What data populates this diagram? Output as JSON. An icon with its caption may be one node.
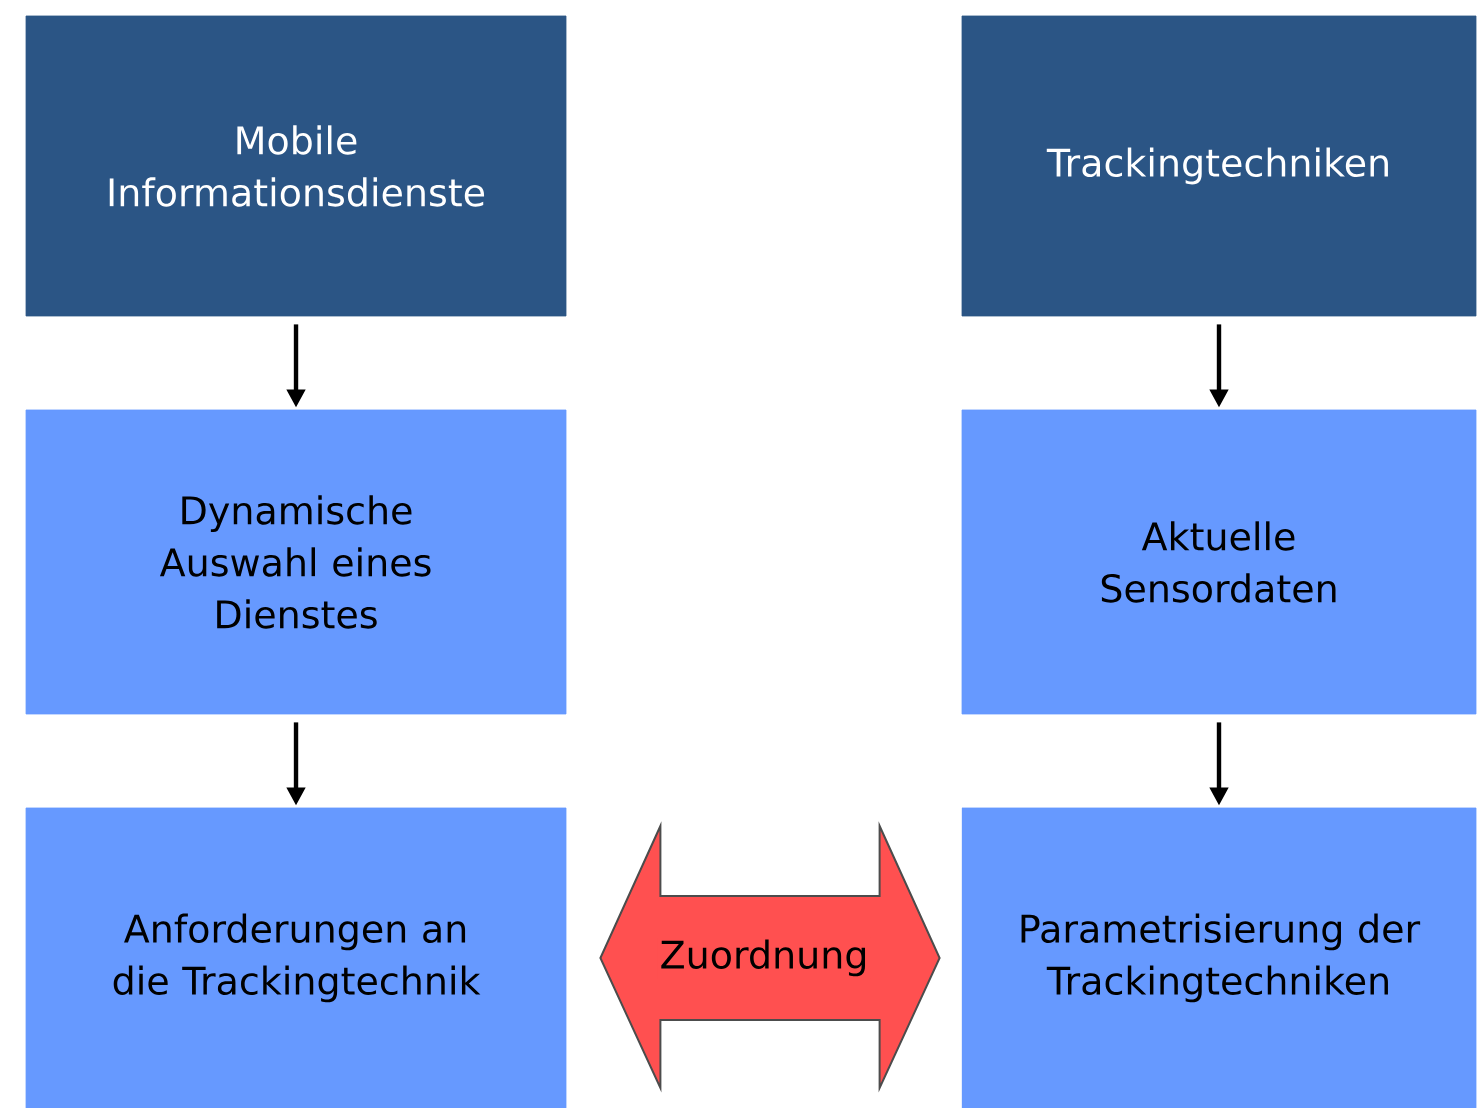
{
  "diagram": {
    "nodes": [
      {
        "text": [
          "Mobile Informationsdienste"
        ]
      },
      {
        "text": [
          "Trackingtechniken"
        ]
      },
      {
        "text": [
          "Dynamische Auswahl eines Dienstes"
        ]
      },
      {
        "text": [
          "Aktuelle Sensordaten"
        ]
      },
      {
        "text": [
          "Anforderungen an die Trackingtechnik"
        ]
      },
      {
        "text": [
          "Parametrisierung der Trackingtechniken"
        ]
      }
    ],
    "edges": [
      {
        "from": 0,
        "to": 2,
        "arrow": "to"
      },
      {
        "from": 2,
        "to": 4,
        "arrow": "to"
      },
      {
        "from": 1,
        "to": 3,
        "arrow": "to"
      },
      {
        "from": 3,
        "to": 5,
        "arrow": "to"
      },
      {
        "from": 4,
        "to": 5,
        "arrow": "both",
        "label": "Zuordnung",
        "style": "thick",
        "color": "#ff5050"
      }
    ]
  }
}
